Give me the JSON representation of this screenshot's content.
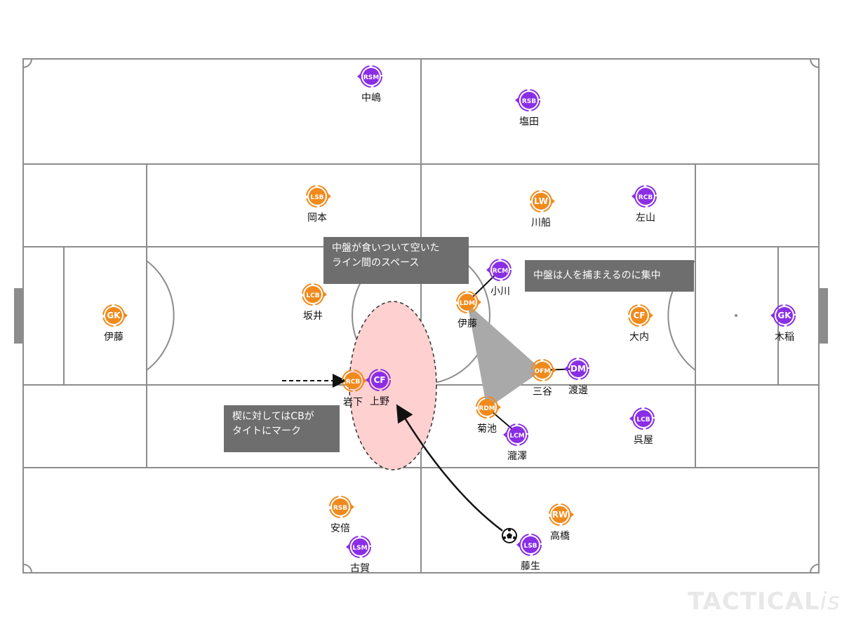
{
  "colors": {
    "home": "#f08a1c",
    "away": "#8a2ee6",
    "space_fill": "#ffd0d0",
    "triangle_fill": "#a9a9a9",
    "note_bg": "#6e6e6e",
    "pitch_line": "#8c8c8c"
  },
  "notes": {
    "gap": "中盤が食いついて空いた\nライン間のスペース",
    "mid": "中盤は人を捕まえるのに集中",
    "cb": "楔に対してはCBが\nタイトにマーク"
  },
  "watermark": {
    "brand": "TACTICAL",
    "suffix": "ista"
  },
  "players": [
    {
      "id": "gk-o",
      "team": "home",
      "role": "GK",
      "name": "伊藤"
    },
    {
      "id": "lsb-o",
      "team": "home",
      "role": "LSB",
      "name": "岡本"
    },
    {
      "id": "lcb-o",
      "team": "home",
      "role": "LCB",
      "name": "坂井"
    },
    {
      "id": "rcb-o",
      "team": "home",
      "role": "RCB",
      "name": "岩下"
    },
    {
      "id": "rsb-o",
      "team": "home",
      "role": "RSB",
      "name": "安倍"
    },
    {
      "id": "ldm-o",
      "team": "home",
      "role": "LDM",
      "name": "伊藤"
    },
    {
      "id": "rdm-o",
      "team": "home",
      "role": "RDM",
      "name": "菊池"
    },
    {
      "id": "ofm-o",
      "team": "home",
      "role": "OFM",
      "name": "三谷"
    },
    {
      "id": "lw-o",
      "team": "home",
      "role": "LW",
      "name": "川船"
    },
    {
      "id": "rw-o",
      "team": "home",
      "role": "RW",
      "name": "高橋"
    },
    {
      "id": "cf-o",
      "team": "home",
      "role": "CF",
      "name": "大内"
    },
    {
      "id": "gk-p",
      "team": "away",
      "role": "GK",
      "name": "木稲"
    },
    {
      "id": "rsm-p",
      "team": "away",
      "role": "RSM",
      "name": "中嶋"
    },
    {
      "id": "rsb-p",
      "team": "away",
      "role": "RSB",
      "name": "塩田"
    },
    {
      "id": "rcb-p",
      "team": "away",
      "role": "RCB",
      "name": "左山"
    },
    {
      "id": "rcm-p",
      "team": "away",
      "role": "RCM",
      "name": "小川"
    },
    {
      "id": "dm-p",
      "team": "away",
      "role": "DM",
      "name": "渡邊"
    },
    {
      "id": "lcb-p",
      "team": "away",
      "role": "LCB",
      "name": "呉屋"
    },
    {
      "id": "lcm-p",
      "team": "away",
      "role": "LCM",
      "name": "瀧澤"
    },
    {
      "id": "cf-p",
      "team": "away",
      "role": "CF",
      "name": "上野"
    },
    {
      "id": "lsm-p",
      "team": "away",
      "role": "LSM",
      "name": "古賀"
    },
    {
      "id": "lsb-p",
      "team": "away",
      "role": "LSB",
      "name": "藤生"
    }
  ]
}
